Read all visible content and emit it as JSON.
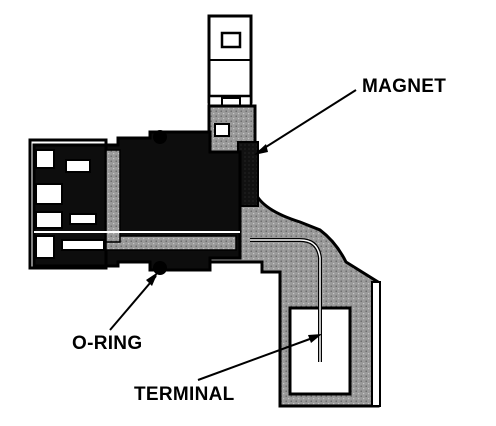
{
  "labels": {
    "magnet": "MAGNET",
    "o_ring": "O-RING",
    "terminal": "TERMINAL"
  },
  "colors": {
    "ink": "#000000",
    "housing_fill": "#9a9a9a",
    "paper": "#ffffff"
  }
}
